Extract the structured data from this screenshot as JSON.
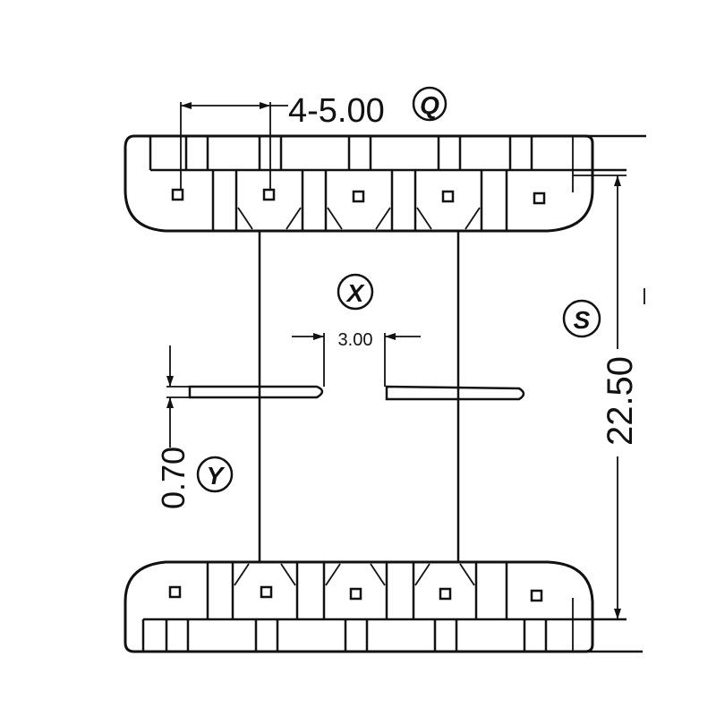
{
  "dimensions": {
    "pitch": "4-5.00",
    "gap": "3.00",
    "height": "22.50",
    "pin_thickness": "0.70"
  },
  "callouts": {
    "pitch": "Q",
    "gap": "X",
    "height": "S",
    "pin_thickness": "Y"
  }
}
